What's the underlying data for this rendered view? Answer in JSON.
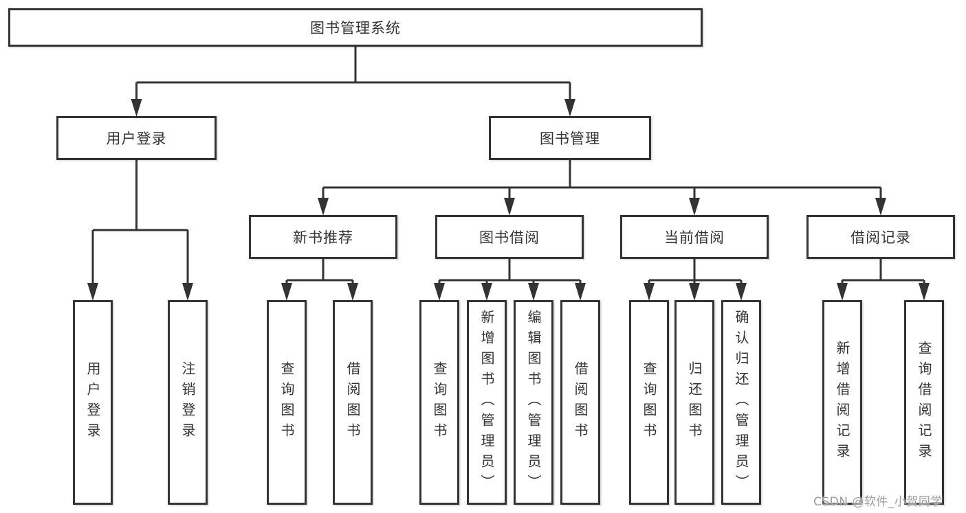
{
  "diagram": {
    "type": "tree",
    "title": "图书管理系统",
    "hierarchy": {
      "图书管理系统": {
        "用户登录": [
          "用户登录",
          "注销登录"
        ],
        "图书管理": {
          "新书推荐": [
            "查询图书",
            "借阅图书"
          ],
          "图书借阅": [
            "查询图书",
            "新增图书（管理员）",
            "编辑图书（管理员）",
            "借阅图书"
          ],
          "当前借阅": [
            "查询图书",
            "归还图书",
            "确认归还（管理员）"
          ],
          "借阅记录": [
            "新增借阅记录",
            "查询借阅记录"
          ]
        }
      }
    }
  },
  "nodes": {
    "root": "图书管理系统",
    "user-login": "用户登录",
    "book-mgmt": "图书管理",
    "new-book-rec": "新书推荐",
    "book-borrow": "图书借阅",
    "current-borrow": "当前借阅",
    "borrow-records": "借阅记录",
    "leaf-user-login": "用户登录",
    "leaf-logout": "注销登录",
    "leaf-query-book-1": "查询图书",
    "leaf-borrow-book-1": "借阅图书",
    "leaf-query-book-2": "查询图书",
    "leaf-add-book": "新增图书（管理员）",
    "leaf-edit-book": "编辑图书（管理员）",
    "leaf-borrow-book-2": "借阅图书",
    "leaf-query-book-3": "查询图书",
    "leaf-return-book": "归还图书",
    "leaf-confirm-return": "确认归还（管理员）",
    "leaf-add-borrow-record": "新增借阅记录",
    "leaf-query-borrow-record": "查询借阅记录"
  },
  "watermark": {
    "text": "CSDN @软件_小贺同学"
  },
  "colors": {
    "background": "#ffffff",
    "box_fill": "#ffffff",
    "box_border": "#333333",
    "connector": "#333333",
    "text": "#333333",
    "watermark": "#9b9b9b"
  }
}
